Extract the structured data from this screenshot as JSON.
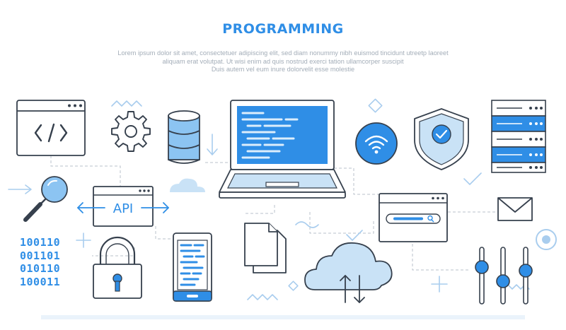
{
  "header": {
    "title": "PROGRAMMING",
    "description_lines": [
      "Lorem ipsum dolor sit amet, consectetuer adipiscing elit, sed diam nonummy nibh euismod tincidunt utreetp laoreet",
      "aliquam erat volutpat. Ut wisi enim ad  quis nostrud exerci tation ullamcorper suscipit",
      "Duis autem vel eum inure dolorvelit esse molestie"
    ]
  },
  "api_panel": {
    "label": "API"
  },
  "binary_code": {
    "lines": [
      "100110",
      "001101",
      "010110",
      "100011"
    ]
  },
  "icons": [
    "code-window-icon",
    "gear-icon",
    "database-icon",
    "laptop-code-icon",
    "wifi-icon",
    "shield-check-icon",
    "server-rack-icon",
    "magnifier-icon",
    "api-window-icon",
    "search-window-icon",
    "mail-icon",
    "padlock-icon",
    "smartphone-code-icon",
    "documents-icon",
    "cloud-sync-icon",
    "sliders-icon",
    "radio-target-icon"
  ],
  "colors": {
    "title": "#2f8ee6",
    "outline": "#36404d",
    "accent_blue": "#2f8ee6",
    "light_blue": "#8cc4f2",
    "pale_blue": "#c9e2f6",
    "decor": "#a9cdee",
    "subtitle_text": "#a3adb8",
    "connector": "#b9c2cb"
  }
}
